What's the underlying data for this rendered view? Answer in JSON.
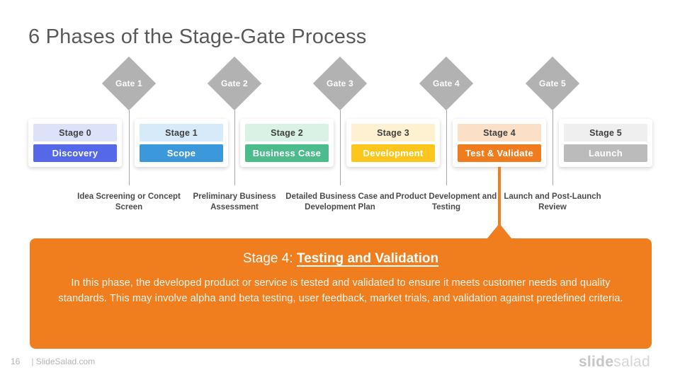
{
  "title": "6 Phases of the Stage-Gate Process",
  "colors": {
    "accent_orange": "#F07E1E",
    "gate_bg": "#B2B2B2",
    "title_text": "#595959"
  },
  "gates": [
    {
      "label": "Gate 1",
      "description": "Idea Screening or Concept Screen"
    },
    {
      "label": "Gate 2",
      "description": "Preliminary Business Assessment"
    },
    {
      "label": "Gate 3",
      "description": "Detailed Business Case and Development Plan"
    },
    {
      "label": "Gate 4",
      "description": "Product Development and Testing"
    },
    {
      "label": "Gate 5",
      "description": "Launch and Post-Launch Review"
    }
  ],
  "stages": [
    {
      "label": "Stage 0",
      "name": "Discovery",
      "header_bg": "#DCE2F9",
      "body_bg": "#5468E8"
    },
    {
      "label": "Stage 1",
      "name": "Scope",
      "header_bg": "#D6EAF9",
      "body_bg": "#3B99DB"
    },
    {
      "label": "Stage 2",
      "name": "Business Case",
      "header_bg": "#D9F2E5",
      "body_bg": "#4CBC8D"
    },
    {
      "label": "Stage 3",
      "name": "Development",
      "header_bg": "#FDF1D2",
      "body_bg": "#FCC61D"
    },
    {
      "label": "Stage 4",
      "name": "Test & Validate",
      "header_bg": "#FBDFC7",
      "body_bg": "#EF7D1F"
    },
    {
      "label": "Stage 5",
      "name": "Launch",
      "header_bg": "#EFEFEF",
      "body_bg": "#BBBBBB"
    }
  ],
  "callout": {
    "title_prefix": "Stage 4: ",
    "title_emphasis": "Testing and Validation",
    "body": "In this phase, the developed product or service is tested and validated to ensure it meets customer needs and quality standards. This may involve alpha and beta testing, user feedback, market trials, and validation against predefined criteria."
  },
  "footer": {
    "page_number": "16",
    "site_label": "| SlideSalad.com",
    "logo_part1": "slide",
    "logo_part2": "salad"
  }
}
